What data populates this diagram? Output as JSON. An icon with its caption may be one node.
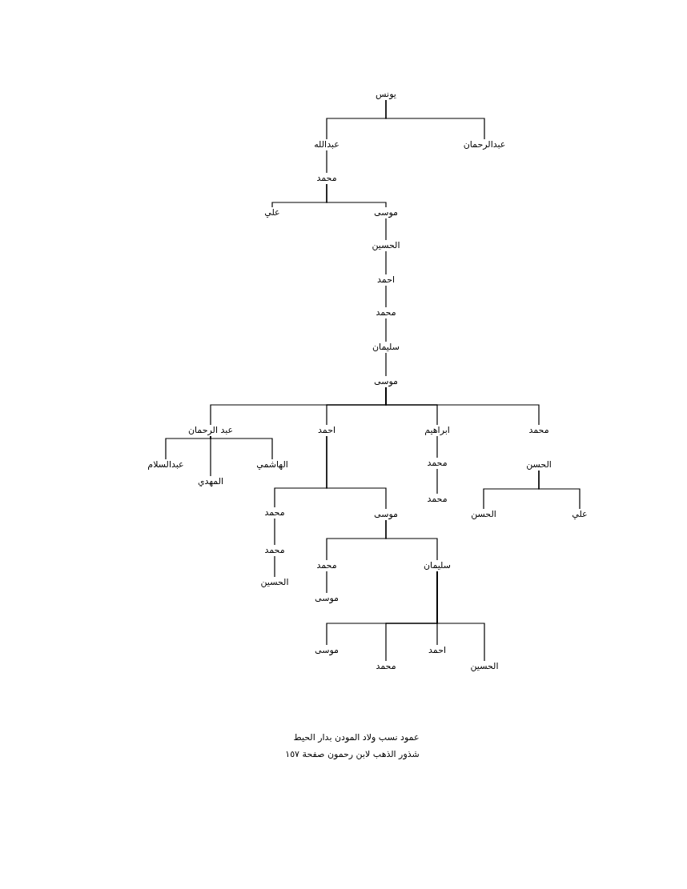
{
  "diagram": {
    "caption": "عمود نسب ولاد المودن بدار الحيط",
    "nodes": [
      {
        "text": [
          "يونس"
        ]
      },
      {
        "text": [
          "عبدالله"
        ]
      },
      {
        "text": [
          "عبدالرحمان"
        ]
      },
      {
        "text": [
          "محمد"
        ]
      },
      {
        "text": [
          "علي"
        ]
      },
      {
        "text": [
          "موسى"
        ]
      },
      {
        "text": [
          "الحسين"
        ]
      },
      {
        "text": [
          "احمد"
        ]
      },
      {
        "text": [
          "محمد"
        ]
      },
      {
        "text": [
          "سليمان"
        ]
      },
      {
        "text": [
          "موسى"
        ]
      },
      {
        "text": [
          "عبد الرحمان"
        ]
      },
      {
        "text": [
          "احمد"
        ]
      },
      {
        "text": [
          "ابراهيم"
        ]
      },
      {
        "text": [
          "محمد"
        ]
      },
      {
        "text": [
          "عبدالسلام"
        ]
      },
      {
        "text": [
          "المهدي"
        ]
      },
      {
        "text": [
          "الهاشمي"
        ]
      },
      {
        "text": [
          "محمد"
        ]
      },
      {
        "text": [
          "محمد"
        ]
      },
      {
        "text": [
          "الحسن"
        ]
      },
      {
        "text": [
          "الحسن"
        ]
      },
      {
        "text": [
          "علي"
        ]
      },
      {
        "text": [
          "محمد"
        ]
      },
      {
        "text": [
          "موسى"
        ]
      },
      {
        "text": [
          "محمد"
        ]
      },
      {
        "text": [
          "الحسين"
        ]
      },
      {
        "text": [
          "محمد"
        ]
      },
      {
        "text": [
          "سليمان"
        ]
      },
      {
        "text": [
          "موسى"
        ]
      },
      {
        "text": [
          "موسى"
        ]
      },
      {
        "text": [
          "محمد"
        ]
      },
      {
        "text": [
          "احمد"
        ]
      },
      {
        "text": [
          "الحسين"
        ]
      }
    ],
    "edges": [
      {
        "from": 0,
        "to": 1,
        "arrow": "none"
      },
      {
        "from": 0,
        "to": 2,
        "arrow": "none"
      },
      {
        "from": 1,
        "to": 3,
        "arrow": "none"
      },
      {
        "from": 3,
        "to": 4,
        "arrow": "none"
      },
      {
        "from": 3,
        "to": 5,
        "arrow": "none"
      },
      {
        "from": 5,
        "to": 6,
        "arrow": "none"
      },
      {
        "from": 6,
        "to": 7,
        "arrow": "none"
      },
      {
        "from": 7,
        "to": 8,
        "arrow": "none"
      },
      {
        "from": 8,
        "to": 9,
        "arrow": "none"
      },
      {
        "from": 9,
        "to": 10,
        "arrow": "none"
      },
      {
        "from": 10,
        "to": 11,
        "arrow": "none"
      },
      {
        "from": 10,
        "to": 12,
        "arrow": "none"
      },
      {
        "from": 10,
        "to": 13,
        "arrow": "none"
      },
      {
        "from": 10,
        "to": 14,
        "arrow": "none"
      },
      {
        "from": 11,
        "to": 15,
        "arrow": "none"
      },
      {
        "from": 11,
        "to": 16,
        "arrow": "none"
      },
      {
        "from": 11,
        "to": 17,
        "arrow": "none"
      },
      {
        "from": 12,
        "to": 23,
        "arrow": "none"
      },
      {
        "from": 12,
        "to": 24,
        "arrow": "none"
      },
      {
        "from": 13,
        "to": 18,
        "arrow": "none"
      },
      {
        "from": 18,
        "to": 19,
        "arrow": "none"
      },
      {
        "from": 20,
        "to": 21,
        "arrow": "none"
      },
      {
        "from": 20,
        "to": 22,
        "arrow": "none"
      },
      {
        "from": 23,
        "to": 25,
        "arrow": "none"
      },
      {
        "from": 25,
        "to": 26,
        "arrow": "none"
      },
      {
        "from": 24,
        "to": 27,
        "arrow": "none"
      },
      {
        "from": 24,
        "to": 28,
        "arrow": "none"
      },
      {
        "from": 27,
        "to": 29,
        "arrow": "none"
      },
      {
        "from": 28,
        "to": 30,
        "arrow": "none"
      },
      {
        "from": 28,
        "to": 31,
        "arrow": "none"
      },
      {
        "from": 28,
        "to": 32,
        "arrow": "none"
      },
      {
        "from": 28,
        "to": 33,
        "arrow": "none"
      }
    ],
    "labels": [
      "شذور الذهب لابن رحمون صفحة ١٥٧"
    ]
  }
}
